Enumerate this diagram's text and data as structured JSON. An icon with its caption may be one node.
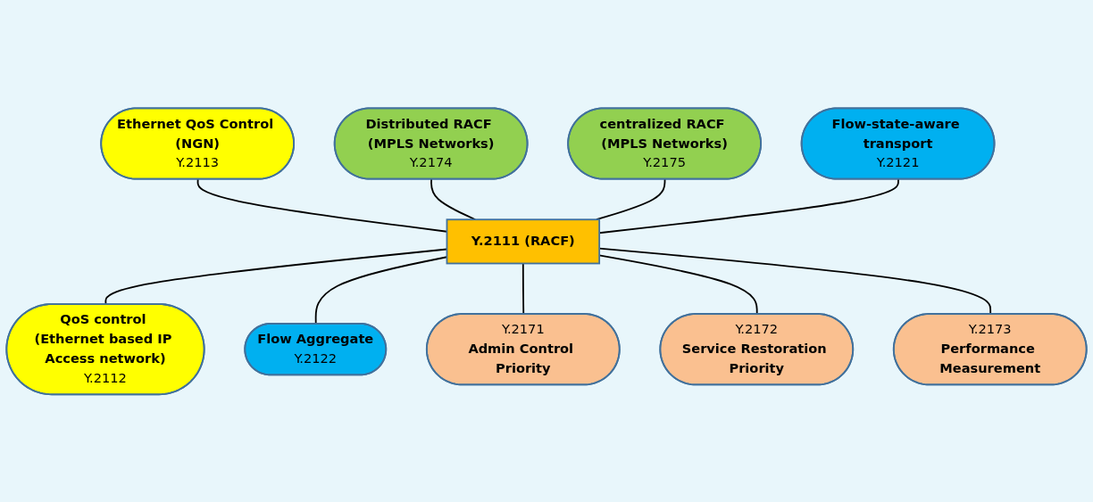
{
  "diagram": {
    "nodes": [
      {
        "text": [
          "Distributed RACF (MPLS Networks)",
          "Y.2174"
        ]
      },
      {
        "text": [
          "centralized RACF (MPLS Networks)",
          "Y.2175"
        ]
      },
      {
        "text": [
          "Ethernet QoS Control (NGN)",
          "Y.2113"
        ]
      },
      {
        "text": [
          "Flow-state-aware transport",
          "Y.2121"
        ]
      },
      {
        "text": [
          "Y.2111 (RACF)"
        ]
      },
      {
        "text": [
          "QoS control (Ethernet based IP Access network)",
          "Y.2112"
        ]
      },
      {
        "text": [
          "Flow Aggregate",
          "Y.2122"
        ]
      },
      {
        "text": [
          "Y.2171",
          "Admin Control Priority"
        ]
      },
      {
        "text": [
          "Y.2172",
          "Service Restoration Priority"
        ]
      },
      {
        "text": [
          "Y.2173",
          "Performance Measurement"
        ]
      }
    ],
    "edges": [
      {
        "from": 2,
        "to": 4,
        "arrow": "none"
      },
      {
        "from": 0,
        "to": 4,
        "arrow": "none"
      },
      {
        "from": 1,
        "to": 4,
        "arrow": "none"
      },
      {
        "from": 3,
        "to": 4,
        "arrow": "none"
      },
      {
        "from": 4,
        "to": 5,
        "arrow": "none"
      },
      {
        "from": 4,
        "to": 6,
        "arrow": "none"
      },
      {
        "from": 4,
        "to": 7,
        "arrow": "none"
      },
      {
        "from": 4,
        "to": 8,
        "arrow": "none"
      },
      {
        "from": 4,
        "to": 9,
        "arrow": "none"
      }
    ]
  }
}
